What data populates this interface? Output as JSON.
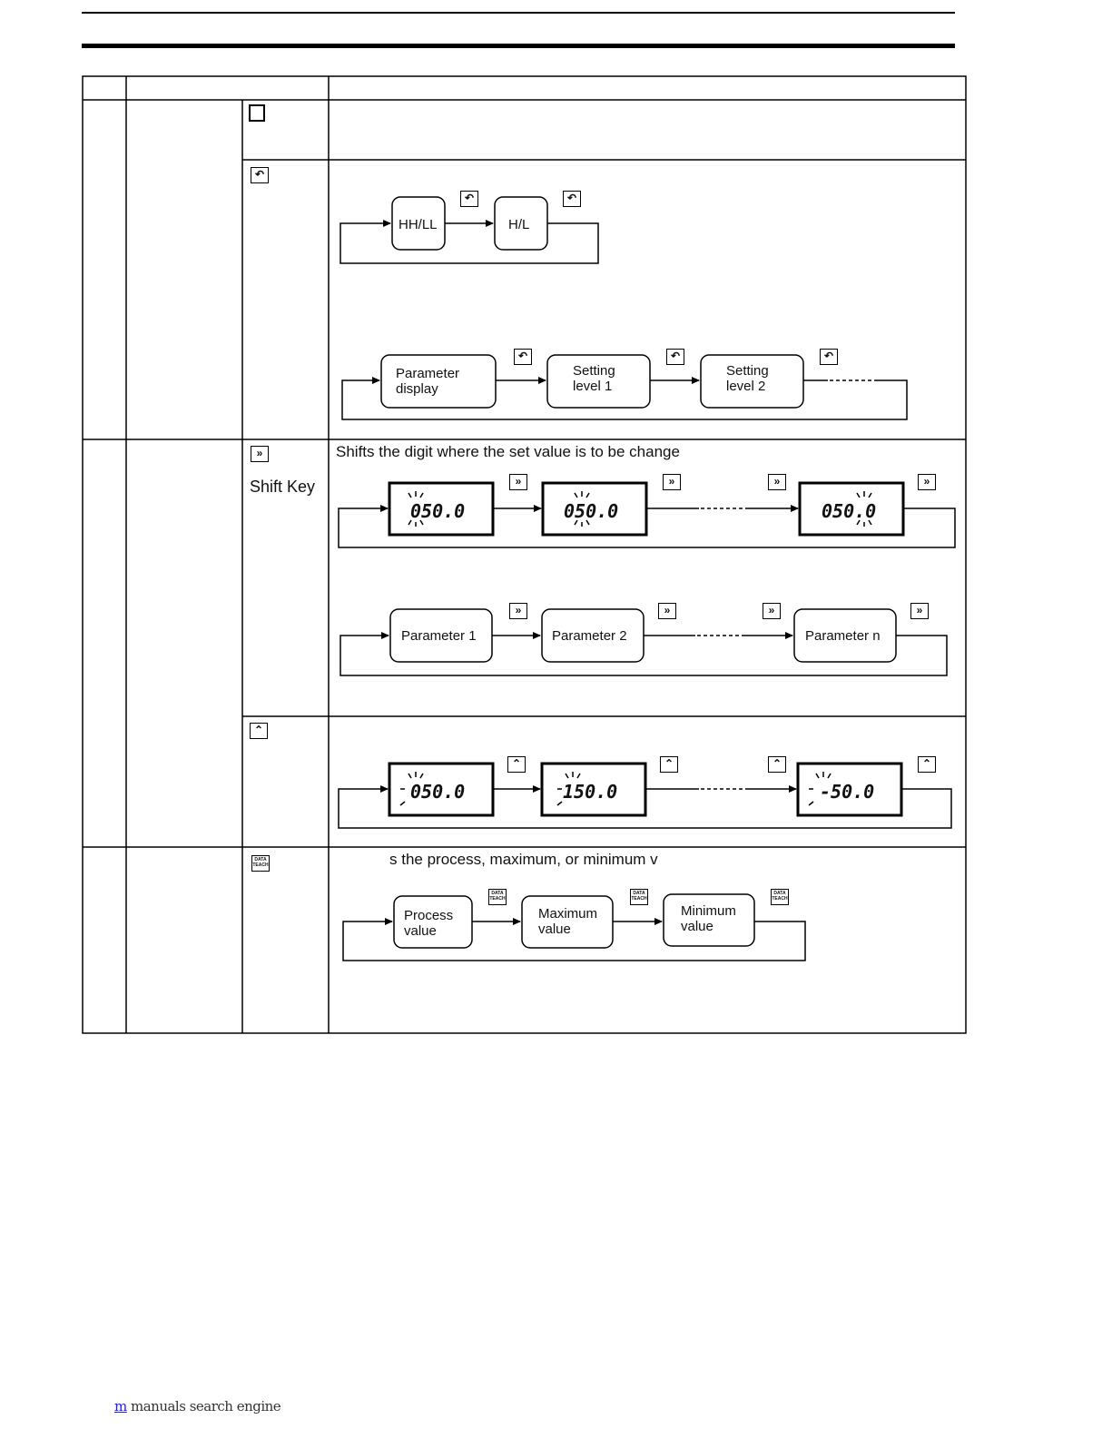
{
  "table": {
    "rows": {
      "mode_key": {},
      "level_key": {
        "level_seq": [
          "HH/LL",
          "H/L"
        ],
        "param_seq": [
          "Parameter\ndisplay",
          "Setting\nlevel 1",
          "Setting\nlevel 2"
        ]
      },
      "shift_key": {
        "label": "Shift Key",
        "description": "Shifts the digit where the set value is to be change",
        "digit_displays": [
          "050.0",
          "050.0",
          "050.0"
        ],
        "param_seq": [
          "Parameter 1",
          "Parameter 2",
          "Parameter n"
        ]
      },
      "up_key": {
        "digit_displays": [
          "050.0",
          "150.0",
          "-50.0"
        ]
      },
      "data_teach_key": {
        "icon_text": "DATA\nTEACH",
        "description": "s the process, maximum, or minimum v",
        "value_seq": [
          "Process\nvalue",
          "Maximum\nvalue",
          "Minimum\nvalue"
        ]
      }
    }
  },
  "footer": {
    "link_text": "m",
    "tail_text": " manuals search engine"
  },
  "icons": {
    "mode": "square-key-icon",
    "level": "level-return-key-icon",
    "shift": "double-chevron-right-key-icon",
    "up": "double-chevron-up-key-icon",
    "data": "data-teach-key-icon"
  }
}
